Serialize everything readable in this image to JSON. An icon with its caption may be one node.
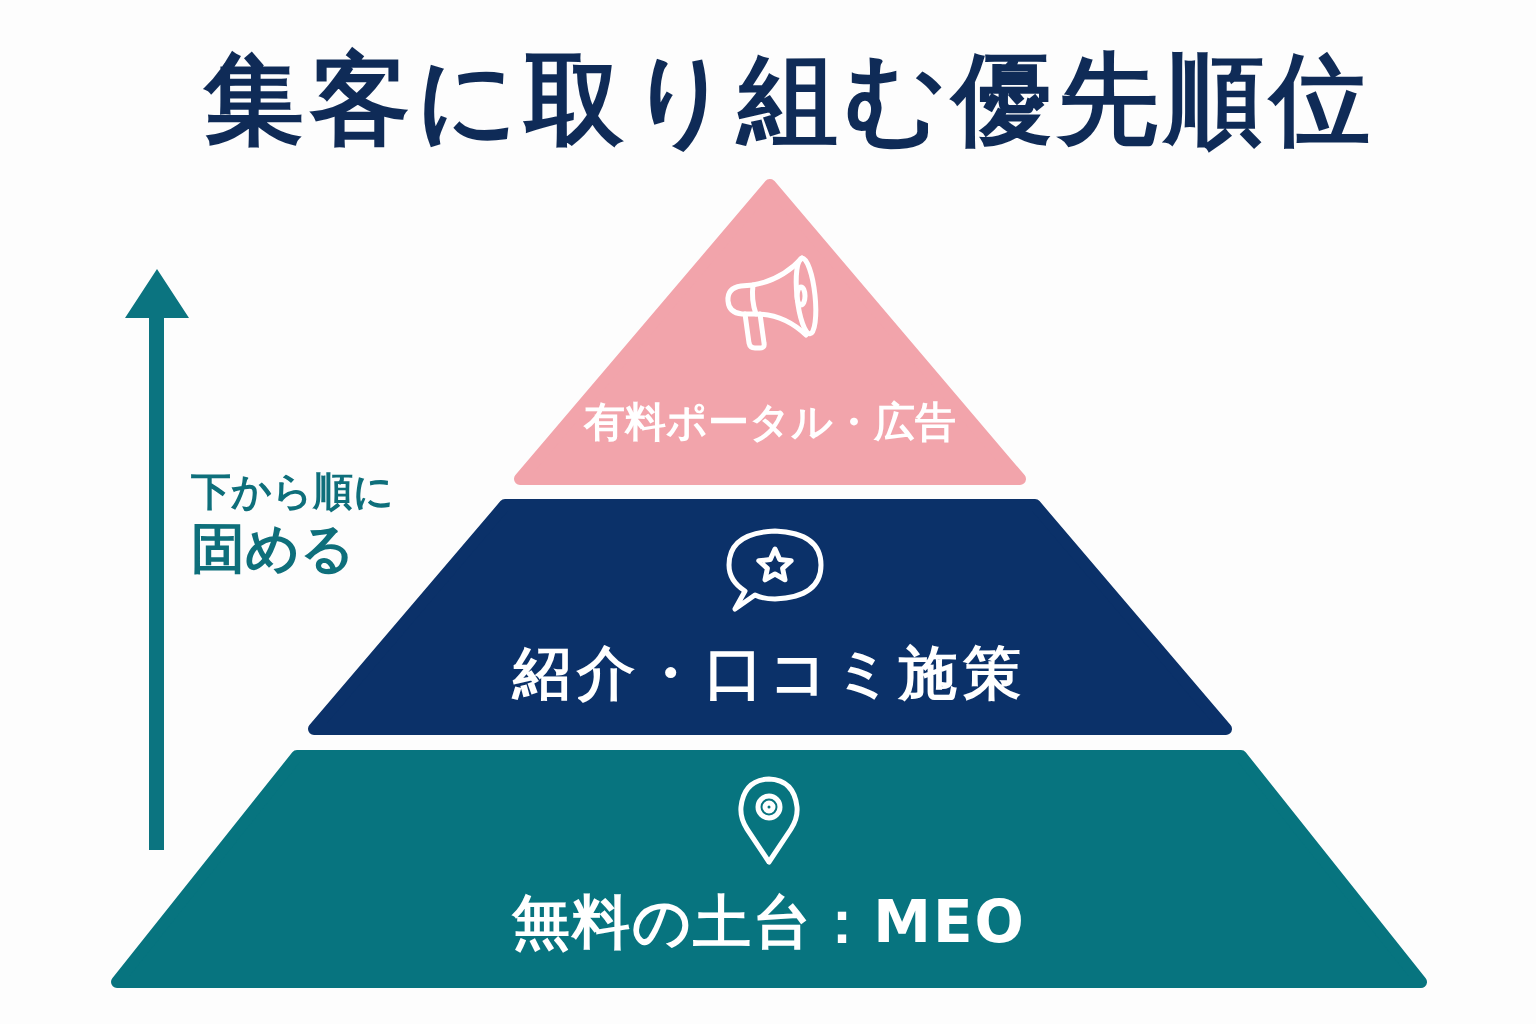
{
  "diagram": {
    "title": "集客に取り組む優先順位",
    "nodes": [
      {
        "text": [
          "有料ポータル・広告"
        ]
      },
      {
        "text": [
          "紹介・口コミ施策"
        ]
      },
      {
        "text": [
          "無料の土台：MEO"
        ]
      }
    ],
    "labels": [
      "下から順に固める"
    ]
  }
}
